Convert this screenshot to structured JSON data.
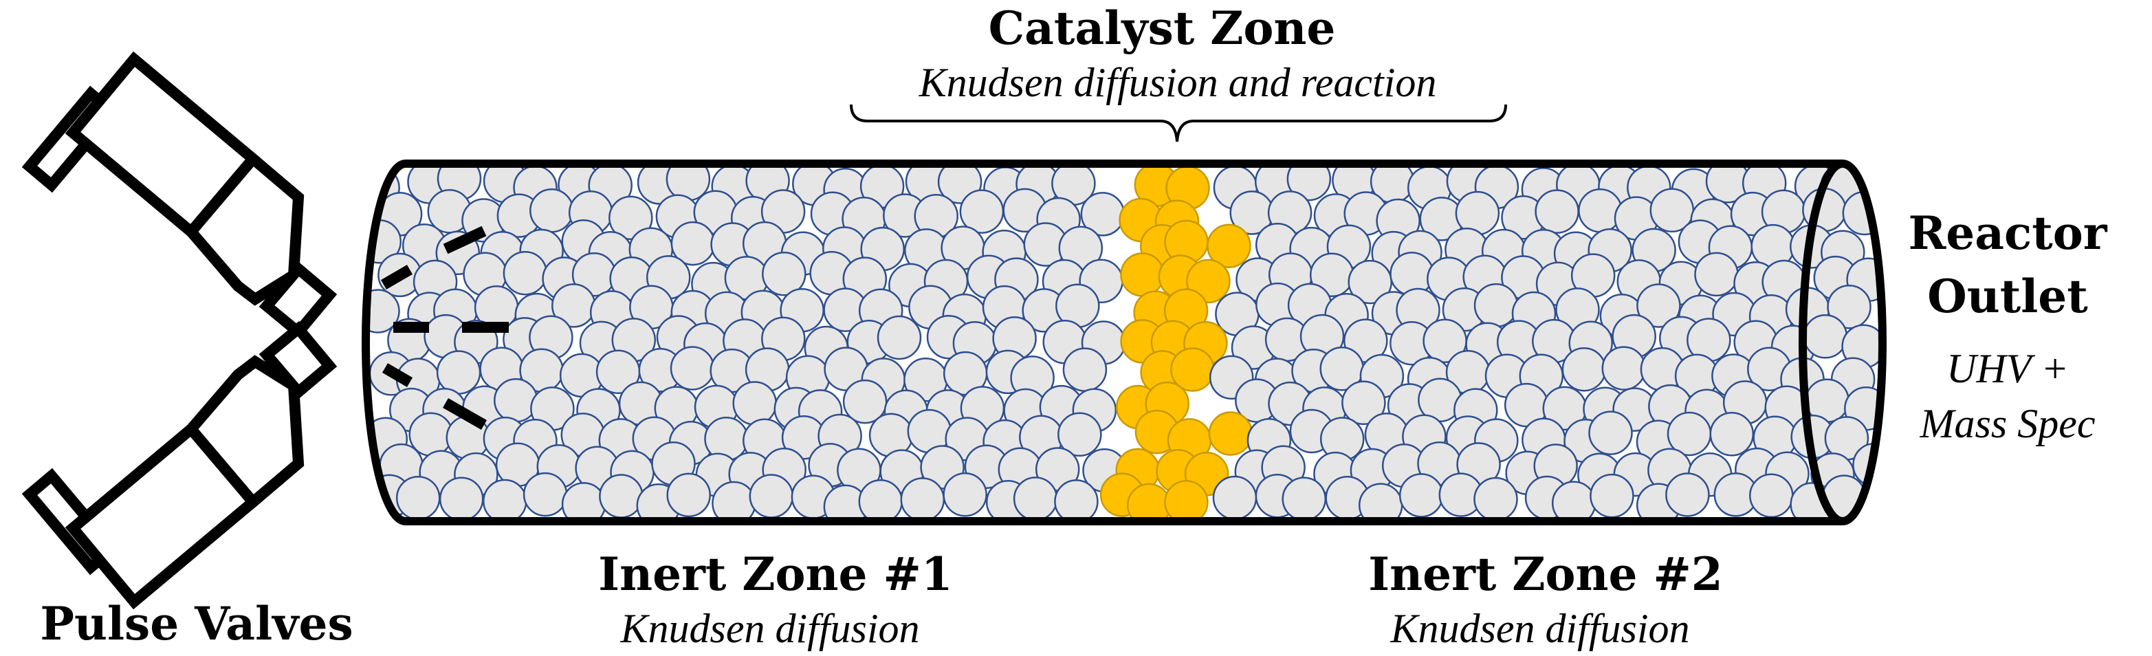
{
  "labels": {
    "catalyst_title": "Catalyst Zone",
    "catalyst_subtitle": "Knudsen diffusion and reaction",
    "reactor_outlet_line1": "Reactor",
    "reactor_outlet_line2": "Outlet",
    "outlet_note_line1": "UHV +",
    "outlet_note_line2": "Mass Spec",
    "inert1_title": "Inert Zone #1",
    "inert1_subtitle": "Knudsen diffusion",
    "inert2_title": "Inert Zone #2",
    "inert2_subtitle": "Knudsen diffusion",
    "pulse_valves": "Pulse Valves"
  },
  "colors": {
    "inert_particle_fill": "#e6e6e6",
    "inert_particle_stroke": "#2f4f8f",
    "catalyst_particle_fill": "#ffc000",
    "catalyst_particle_stroke": "#c89a00",
    "outline": "#000000"
  },
  "zones": [
    {
      "name": "Inert Zone #1",
      "particle": "inert"
    },
    {
      "name": "Catalyst Zone",
      "particle": "catalyst"
    },
    {
      "name": "Inert Zone #2",
      "particle": "inert"
    }
  ],
  "icons": [
    "pulse-valve-icon",
    "pulse-valve-icon",
    "gas-pulse-dash-icon"
  ]
}
